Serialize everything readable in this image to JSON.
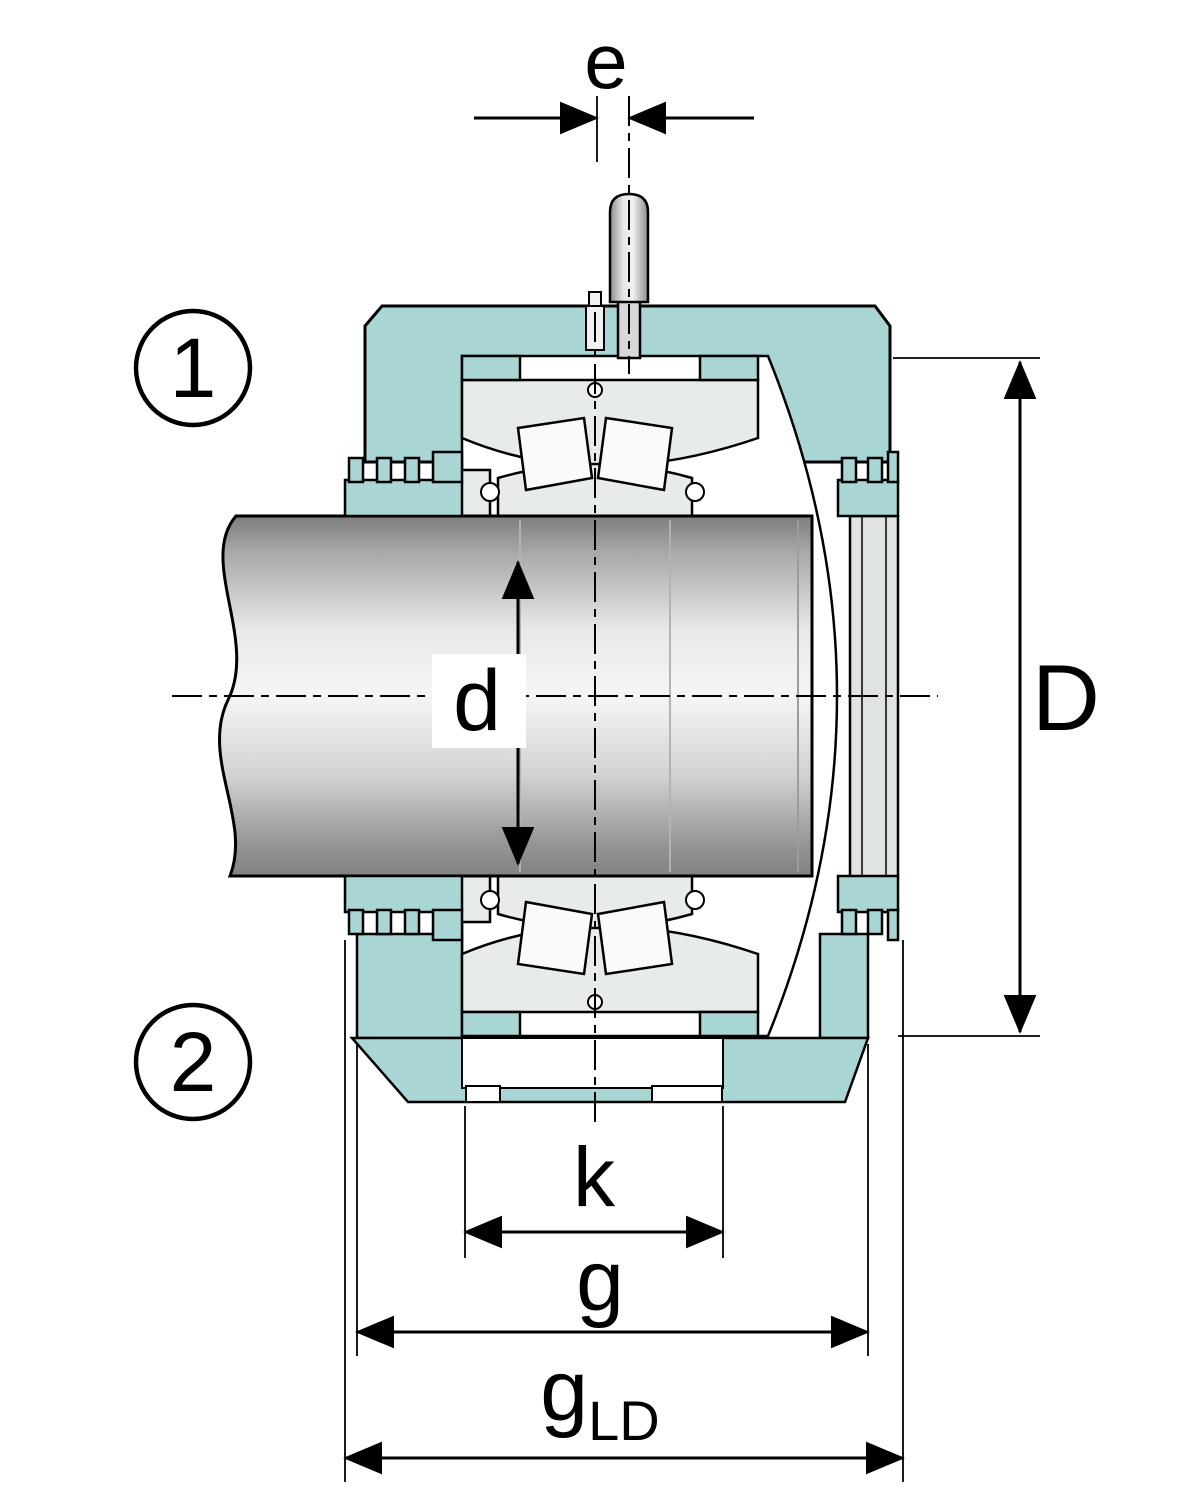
{
  "diagram": {
    "type": "plummer-block-bearing-housing-cross-section",
    "callouts": {
      "one": "1",
      "two": "2"
    },
    "dimension_labels": {
      "e": "e",
      "shaft_diameter": "d",
      "outside_diameter": "D",
      "k": "k",
      "g": "g",
      "g_ld_base": "g",
      "g_ld_subscript": "LD"
    },
    "colors": {
      "background": "#ffffff",
      "housing_teal": "#a9d6d4",
      "bearing_gray": "#e7ebea",
      "cover_gray": "#dfe3e2",
      "outline_black": "#000000"
    }
  }
}
